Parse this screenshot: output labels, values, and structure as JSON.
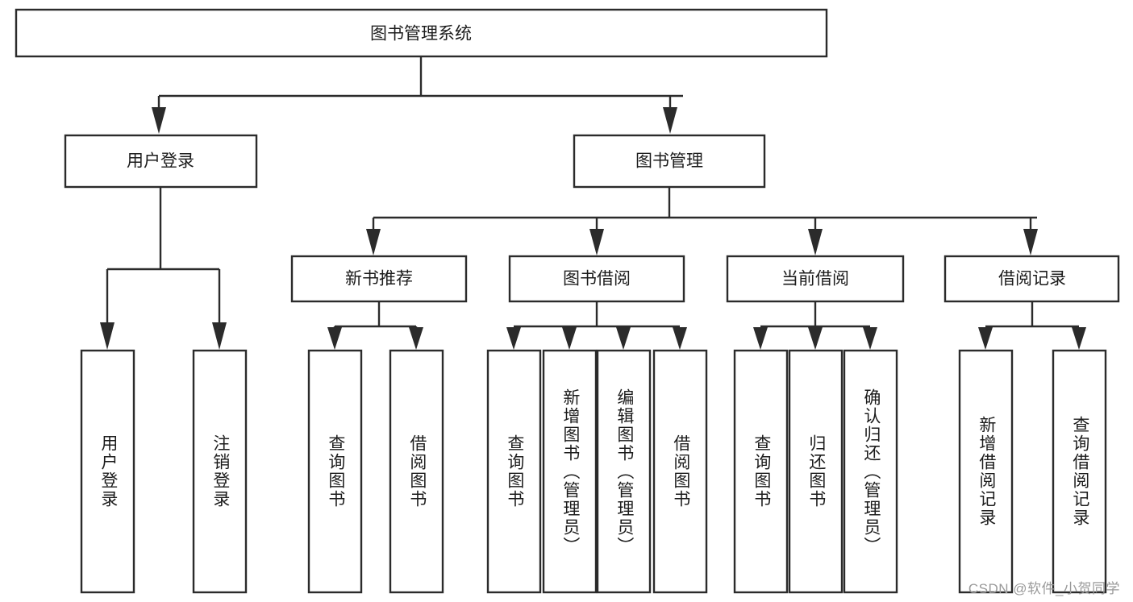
{
  "diagram": {
    "title": "图书管理系统",
    "watermark": "CSDN @软件_小贺同学",
    "type": "tree-hierarchy-diagram",
    "colors": {
      "background": "#ffffff",
      "box_stroke": "#2b2b2b",
      "box_fill": "#ffffff",
      "text": "#1c1c1c",
      "watermark": "#9a9a9a"
    },
    "root": {
      "label": "图书管理系统"
    },
    "level2": [
      {
        "label": "用户登录"
      },
      {
        "label": "图书管理"
      }
    ],
    "level3": [
      {
        "label": "新书推荐"
      },
      {
        "label": "图书借阅"
      },
      {
        "label": "当前借阅"
      },
      {
        "label": "借阅记录"
      }
    ],
    "leaves": {
      "user_login": [
        {
          "label": "用户登录"
        },
        {
          "label": "注销登录"
        }
      ],
      "new_book_recommend": [
        {
          "label": "查询图书"
        },
        {
          "label": "借阅图书"
        }
      ],
      "book_borrow": [
        {
          "label": "查询图书"
        },
        {
          "label": "新增图书（管理员）"
        },
        {
          "label": "编辑图书（管理员）"
        },
        {
          "label": "借阅图书"
        }
      ],
      "current_borrow": [
        {
          "label": "查询图书"
        },
        {
          "label": "归还图书"
        },
        {
          "label": "确认归还（管理员）"
        }
      ],
      "borrow_record": [
        {
          "label": "新增借阅记录"
        },
        {
          "label": "查询借阅记录"
        }
      ]
    }
  }
}
